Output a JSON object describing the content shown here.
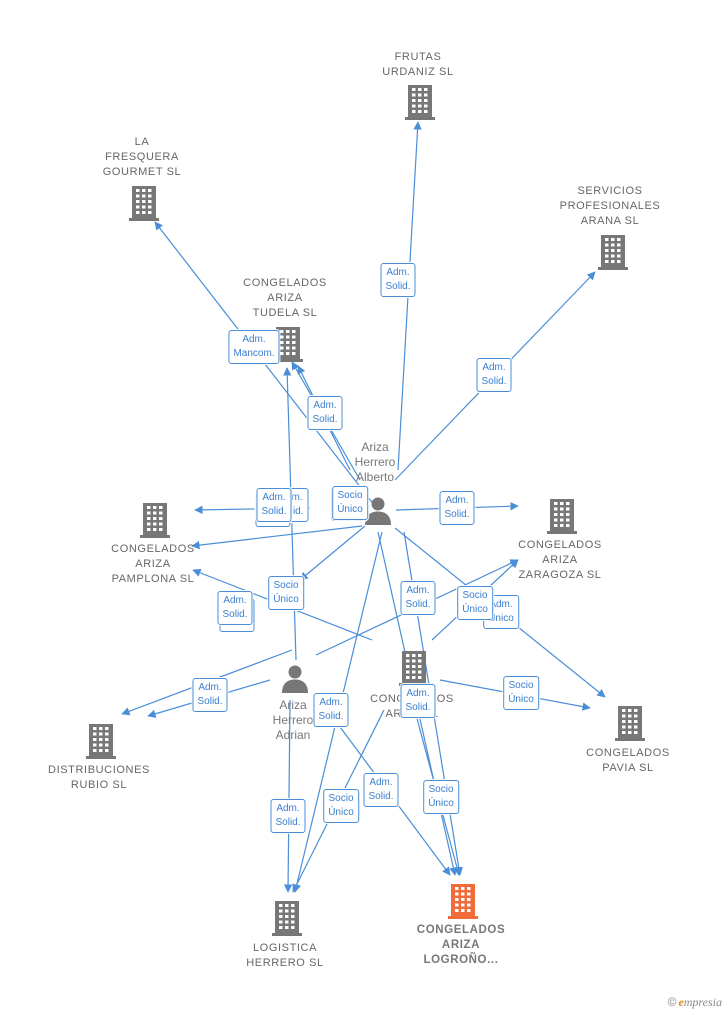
{
  "colors": {
    "edge": "#4a8ed8",
    "building": "#777777",
    "building_focus": "#f26b3a",
    "person": "#777777"
  },
  "companies": [
    {
      "id": "frutas",
      "lines": [
        "FRUTAS",
        "URDANIZ  SL"
      ],
      "icon": "building-icon"
    },
    {
      "id": "fresquera",
      "lines": [
        "LA",
        "FRESQUERA",
        "GOURMET  SL"
      ],
      "icon": "building-icon"
    },
    {
      "id": "servicios",
      "lines": [
        "SERVICIOS",
        "PROFESIONALES",
        "ARANA  SL"
      ],
      "icon": "building-icon"
    },
    {
      "id": "tudela",
      "lines": [
        "CONGELADOS",
        "ARIZA",
        "TUDELA  SL"
      ],
      "icon": "building-icon"
    },
    {
      "id": "pamplona",
      "lines": [
        "CONGELADOS",
        "ARIZA",
        "PAMPLONA  SL"
      ],
      "icon": "building-icon"
    },
    {
      "id": "zaragoza",
      "lines": [
        "CONGELADOS",
        "ARIZA",
        "ZARAGOZA  SL"
      ],
      "icon": "building-icon"
    },
    {
      "id": "center",
      "lines": [
        "CONGELADOS",
        "ARIZA  SL"
      ],
      "icon": "building-icon"
    },
    {
      "id": "pavia",
      "lines": [
        "CONGELADOS",
        "PAVIA SL"
      ],
      "icon": "building-icon"
    },
    {
      "id": "rubio",
      "lines": [
        "DISTRIBUCIONES",
        "RUBIO SL"
      ],
      "icon": "building-icon"
    },
    {
      "id": "logistica",
      "lines": [
        "LOGISTICA",
        "HERRERO  SL"
      ],
      "icon": "building-icon"
    },
    {
      "id": "logrono",
      "lines": [
        "CONGELADOS",
        "ARIZA",
        "LOGROÑO..."
      ],
      "icon": "building-icon",
      "focus": true
    }
  ],
  "people": [
    {
      "id": "alberto",
      "lines": [
        "Ariza",
        "Herrero",
        "Alberto"
      ],
      "icon": "person-icon"
    },
    {
      "id": "adrian",
      "lines": [
        "Ariza",
        "Herrero",
        "Adrian"
      ],
      "icon": "person-icon"
    }
  ],
  "roles": [
    {
      "id": "r1",
      "lines": [
        "Adm.",
        "Solid."
      ]
    },
    {
      "id": "r2",
      "lines": [
        "Adm.",
        "Mancom."
      ]
    },
    {
      "id": "r3",
      "lines": [
        "Adm.",
        "Solid."
      ]
    },
    {
      "id": "r4",
      "lines": [
        "Adm.",
        "Solid."
      ]
    },
    {
      "id": "r5",
      "lines": [
        "Adm.",
        "Solid."
      ]
    },
    {
      "id": "r6",
      "lines": [
        "Adm.",
        "Solid."
      ]
    },
    {
      "id": "r7",
      "lines": [
        "Socio",
        "Único"
      ]
    },
    {
      "id": "r8",
      "lines": [
        "Adm.",
        "Solid."
      ]
    },
    {
      "id": "r9",
      "lines": [
        "Adm.",
        "Solid."
      ]
    },
    {
      "id": "r10",
      "lines": [
        "Adm.",
        "Solid."
      ]
    },
    {
      "id": "r11",
      "lines": [
        "Socio",
        "Único"
      ]
    },
    {
      "id": "r12",
      "lines": [
        "Adm.",
        "Solid."
      ]
    },
    {
      "id": "r13",
      "lines": [
        "Adm.",
        "Único"
      ]
    },
    {
      "id": "r14",
      "lines": [
        "Socio",
        "Único"
      ]
    },
    {
      "id": "r15",
      "lines": [
        "Adm.",
        "Solid."
      ]
    },
    {
      "id": "r16",
      "lines": [
        "Adm.",
        "Solid."
      ]
    },
    {
      "id": "r17",
      "lines": [
        "Adm.",
        "Solid."
      ]
    },
    {
      "id": "r18",
      "lines": [
        "Socio",
        "Único"
      ]
    },
    {
      "id": "r19",
      "lines": [
        "Adm.",
        "Solid."
      ]
    },
    {
      "id": "r20",
      "lines": [
        "Socio",
        "Único"
      ]
    },
    {
      "id": "r21",
      "lines": [
        "Adm.",
        "Solid."
      ]
    },
    {
      "id": "r22",
      "lines": [
        "Socio",
        "Único"
      ]
    },
    {
      "id": "r23",
      "lines": [
        "Adm.",
        "Solid."
      ]
    },
    {
      "id": "r24",
      "lines": [
        "Socio",
        "Único"
      ]
    }
  ],
  "credit": {
    "copyright": "©",
    "brand_initial": "e",
    "brand_rest": "mpresia"
  }
}
